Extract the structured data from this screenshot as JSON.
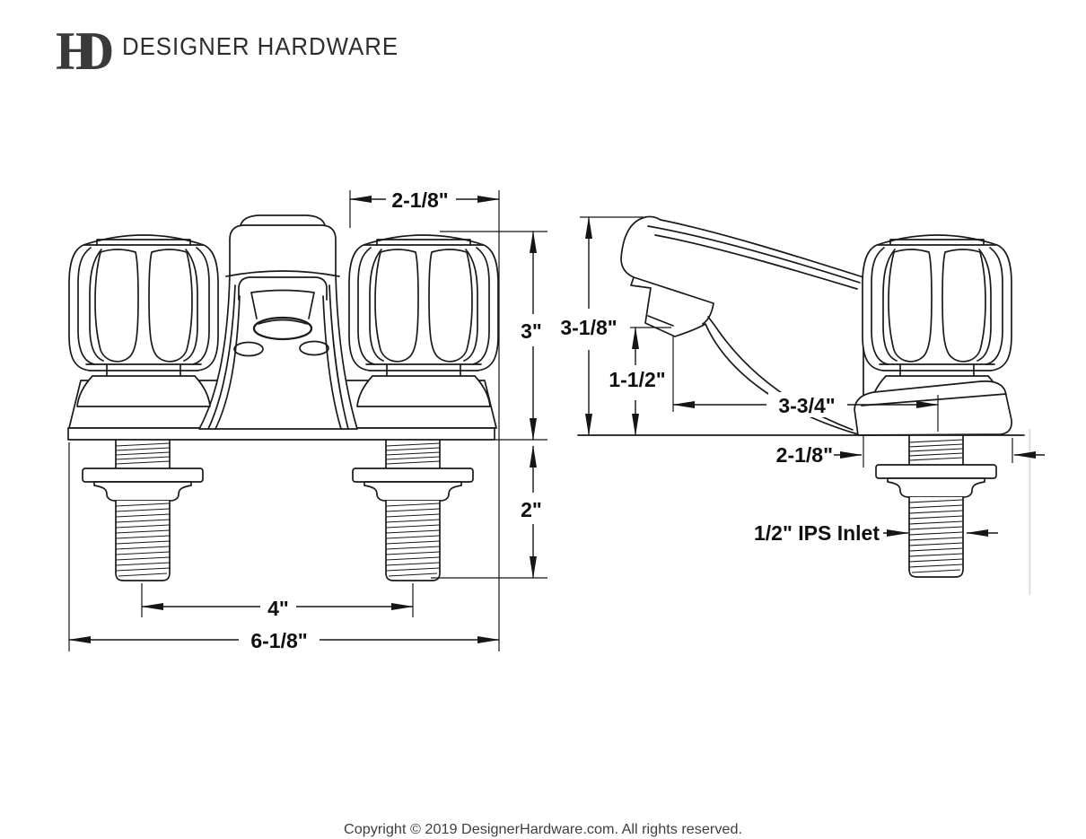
{
  "header": {
    "monogram_h": "H",
    "monogram_d": "D",
    "brand": "DESIGNER HARDWARE"
  },
  "front_view": {
    "handle_width": "2-1/8\"",
    "faucet_height": "3\"",
    "shank_length": "2\"",
    "faucet_centers": "4\"",
    "overall_width": "6-1/8\""
  },
  "side_view": {
    "overall_height": "3-1/8\"",
    "spout_clearance": "1-1/2\"",
    "spout_reach": "3-3/4\"",
    "base_depth": "2-1/8\"",
    "inlet_label": "1/2\" IPS Inlet"
  },
  "footer": {
    "copyright": "Copyright © 2019 DesignerHardware.com. All rights reserved."
  },
  "colors": {
    "ink": "#1a1a1a",
    "background": "#ffffff"
  }
}
